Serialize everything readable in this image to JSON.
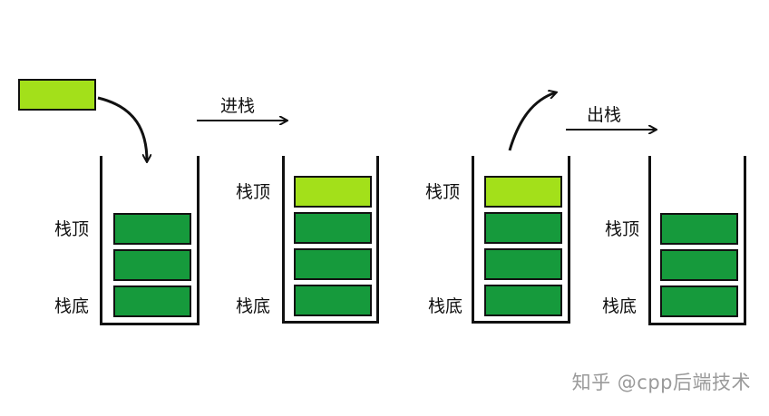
{
  "labels": {
    "top": "栈顶",
    "bottom": "栈底",
    "push": "进栈",
    "pop": "出栈"
  },
  "watermark": "知乎 @cpp后端技术",
  "colors": {
    "element": "#169a3c",
    "new_element": "#a3e01a",
    "outline": "#111111"
  }
}
